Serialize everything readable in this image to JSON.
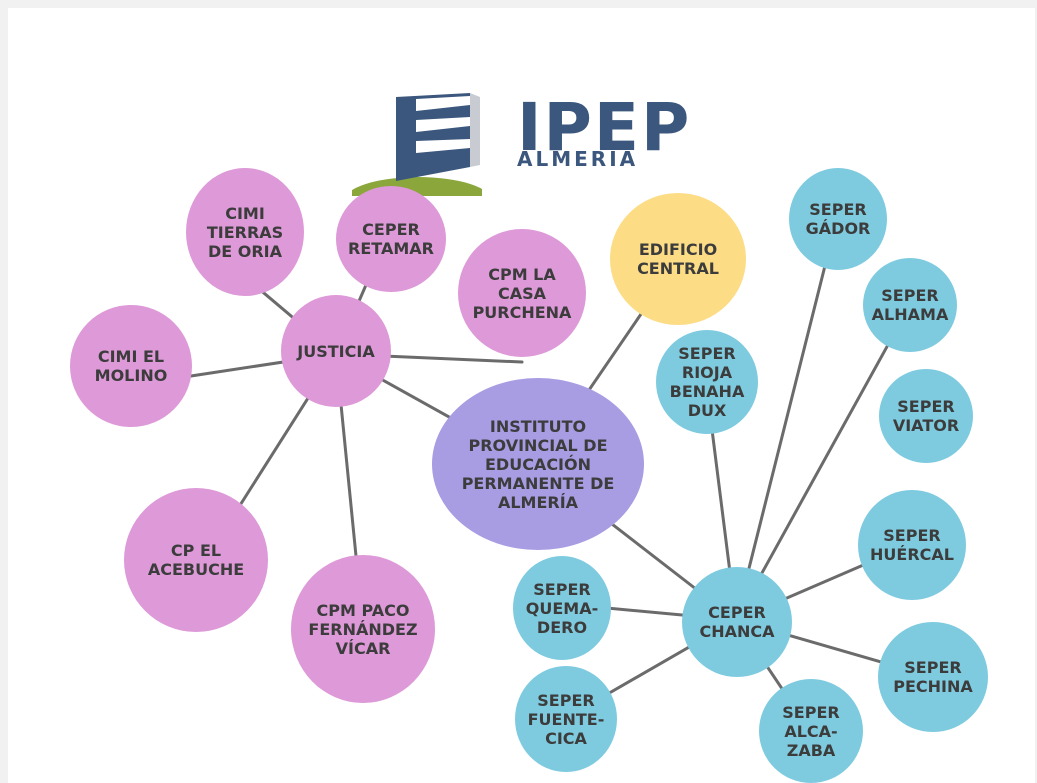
{
  "logo": {
    "brand": "IPEP",
    "city": "ALMERÍA"
  },
  "nodes": {
    "center": "INSTITUTO\nPROVINCIAL DE\nEDUCACIÓN\nPERMANENTE DE\nALMERÍA",
    "justicia": "JUSTICIA",
    "cimi_tierras": "CIMI\nTIERRAS\nDE ORIA",
    "ceper_retamar": "CEPER\nRETAMAR",
    "cpm_casa": "CPM LA\nCASA\nPURCHENA",
    "cimi_molino": "CIMI EL\nMOLINO",
    "cp_acebuche": "CP EL\nACEBUCHE",
    "cpm_paco": "CPM PACO\nFERNÁNDEZ\nVÍCAR",
    "edificio": "EDIFICIO\nCENTRAL",
    "chanca": "CEPER\nCHANCA",
    "gador": "SEPER\nGÁDOR",
    "alhama": "SEPER\nALHAMA",
    "viator": "SEPER\nVIATOR",
    "rioja": "SEPER\nRIOJA\nBENAHA\nDUX",
    "huercal": "SEPER\nHUÉRCAL",
    "quemadero": "SEPER\nQUEMA-\nDERO",
    "pechina": "SEPER\nPECHINA",
    "fuentecica": "SEPER\nFUENTE-\nCICA",
    "alcazaba": "SEPER\nALCA-\nZABA"
  },
  "colors": {
    "pink": "#dd99d8",
    "blue": "#7ecbe0",
    "yellow": "#fddc86",
    "purple": "#a89ce3",
    "brand": "#3b577d",
    "line": "#6b6b6b"
  }
}
